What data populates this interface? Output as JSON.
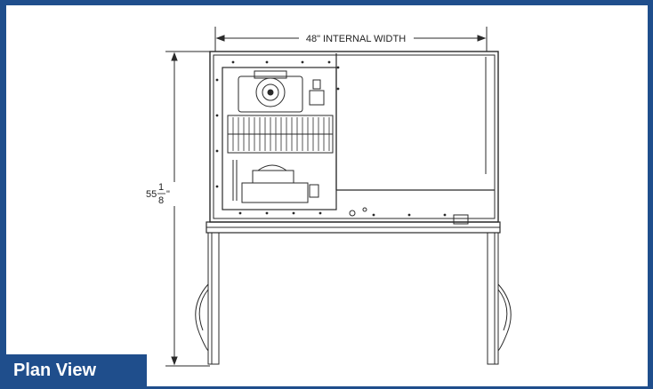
{
  "dimensions": {
    "width_label": "48\" INTERNAL WIDTH",
    "height_whole": "55",
    "height_numerator": "1",
    "height_denominator": "8",
    "height_unit": "\""
  },
  "caption": "Plan View",
  "colors": {
    "frame": "#1f4e8c",
    "caption_bg": "#1f4e8c",
    "caption_text": "#ffffff",
    "line": "#2a2a2a"
  }
}
